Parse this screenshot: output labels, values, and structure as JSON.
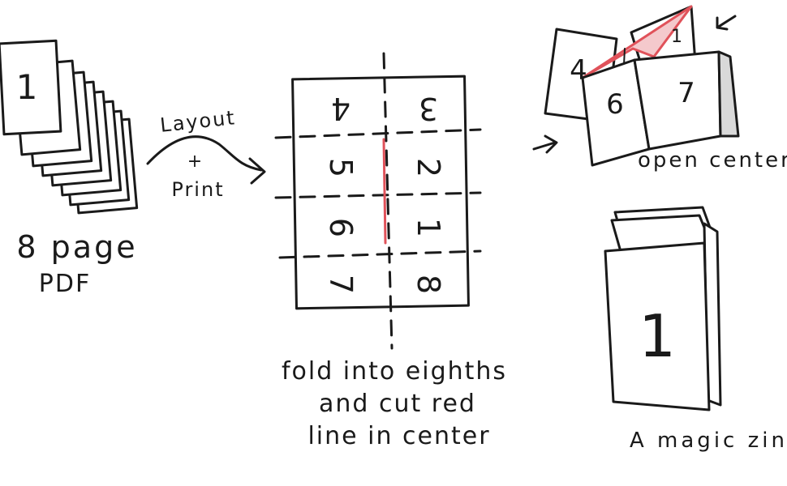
{
  "diagram": {
    "step1": {
      "page_number": "1",
      "label_line1": "8 page",
      "label_line2": "PDF"
    },
    "arrow1": {
      "label_top": "Layout",
      "label_plus": "+",
      "label_bottom": "Print"
    },
    "sheet": {
      "cells": [
        {
          "n": "4",
          "rot": 180
        },
        {
          "n": "3",
          "rot": 180
        },
        {
          "n": "5",
          "rot": 90
        },
        {
          "n": "2",
          "rot": 90
        },
        {
          "n": "6",
          "rot": 90
        },
        {
          "n": "1",
          "rot": 90
        },
        {
          "n": "7",
          "rot": 90
        },
        {
          "n": "8",
          "rot": 90
        }
      ],
      "caption_line1": "fold into eighths",
      "caption_line2": "and cut red",
      "caption_line3": "line in center"
    },
    "open_view": {
      "nums": [
        "4",
        "6",
        "7",
        "1"
      ],
      "caption": "open center"
    },
    "zine": {
      "page_number": "1",
      "caption": "A magic zine"
    },
    "colors": {
      "ink": "#1a1a1a",
      "cut": "#e0525a",
      "fill_gray": "#d9d9d9",
      "paper": "#ffffff"
    }
  }
}
